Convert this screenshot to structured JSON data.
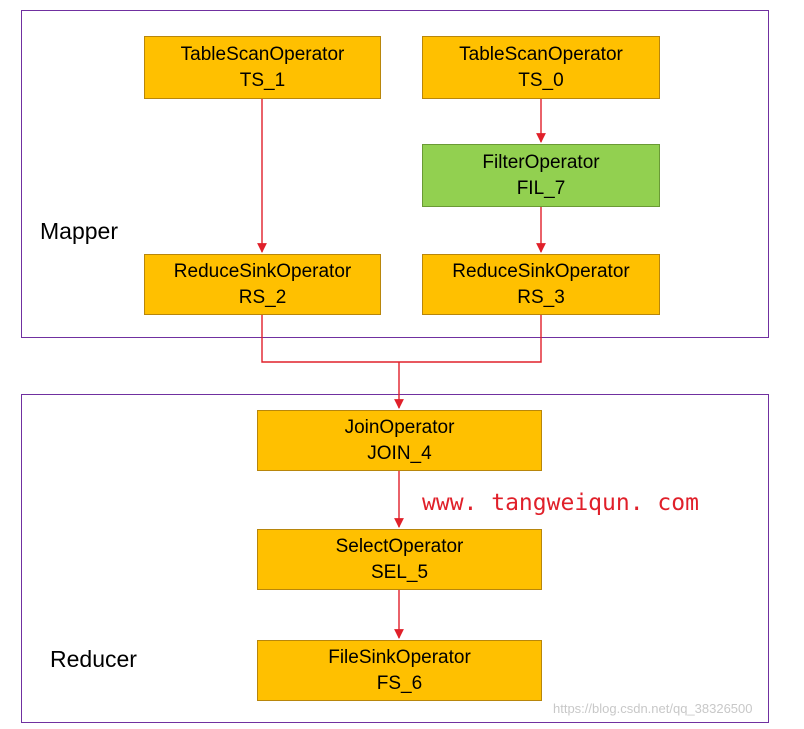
{
  "regions": {
    "mapper": {
      "label": "Mapper"
    },
    "reducer": {
      "label": "Reducer"
    }
  },
  "operators": {
    "ts1": {
      "name": "TableScanOperator",
      "id": "TS_1"
    },
    "ts0": {
      "name": "TableScanOperator",
      "id": "TS_0"
    },
    "fil7": {
      "name": "FilterOperator",
      "id": "FIL_7"
    },
    "rs2": {
      "name": "ReduceSinkOperator",
      "id": "RS_2"
    },
    "rs3": {
      "name": "ReduceSinkOperator",
      "id": "RS_3"
    },
    "join4": {
      "name": "JoinOperator",
      "id": "JOIN_4"
    },
    "sel5": {
      "name": "SelectOperator",
      "id": "SEL_5"
    },
    "fs6": {
      "name": "FileSinkOperator",
      "id": "FS_6"
    }
  },
  "edges": [
    {
      "from": "TS_1",
      "to": "RS_2"
    },
    {
      "from": "TS_0",
      "to": "FIL_7"
    },
    {
      "from": "FIL_7",
      "to": "RS_3"
    },
    {
      "from": "RS_2",
      "to": "JOIN_4"
    },
    {
      "from": "RS_3",
      "to": "JOIN_4"
    },
    {
      "from": "JOIN_4",
      "to": "SEL_5"
    },
    {
      "from": "SEL_5",
      "to": "FS_6"
    }
  ],
  "watermarks": {
    "site": "www. tangweiqun. com",
    "csdn": "https://blog.csdn.net/qq_38326500"
  },
  "colors": {
    "operator": "#ffc000",
    "filter": "#92d050",
    "region_border": "#7030a0",
    "edge": "#e0202a"
  }
}
